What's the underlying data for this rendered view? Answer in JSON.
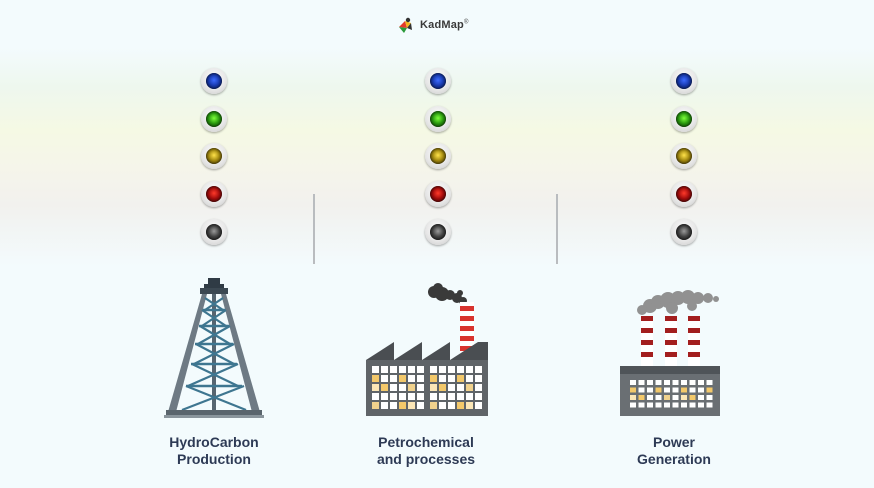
{
  "brand": {
    "name": "KadMap",
    "mark": "®"
  },
  "columns": [
    {
      "id": "hydrocarbon",
      "caption_line1": "HydroCarbon",
      "caption_line2": "Production",
      "icon": "oil-derrick-icon",
      "lamps": [
        "blue",
        "green",
        "yellow",
        "red",
        "off"
      ]
    },
    {
      "id": "petrochemical",
      "caption_line1": "Petrochemical",
      "caption_line2": "and processes",
      "icon": "factory-icon",
      "lamps": [
        "blue",
        "green",
        "yellow",
        "red",
        "off"
      ]
    },
    {
      "id": "power",
      "caption_line1": "Power",
      "caption_line2": "Generation",
      "icon": "power-plant-icon",
      "lamps": [
        "blue",
        "green",
        "yellow",
        "red",
        "off"
      ]
    }
  ],
  "colors": {
    "caption": "#2d3a55",
    "steel": "#6e7a84",
    "truss": "#3e7690",
    "chimney_red": "#d8332e",
    "factory_gray": "#5f6468",
    "window_yellow": "#f3c86a"
  }
}
